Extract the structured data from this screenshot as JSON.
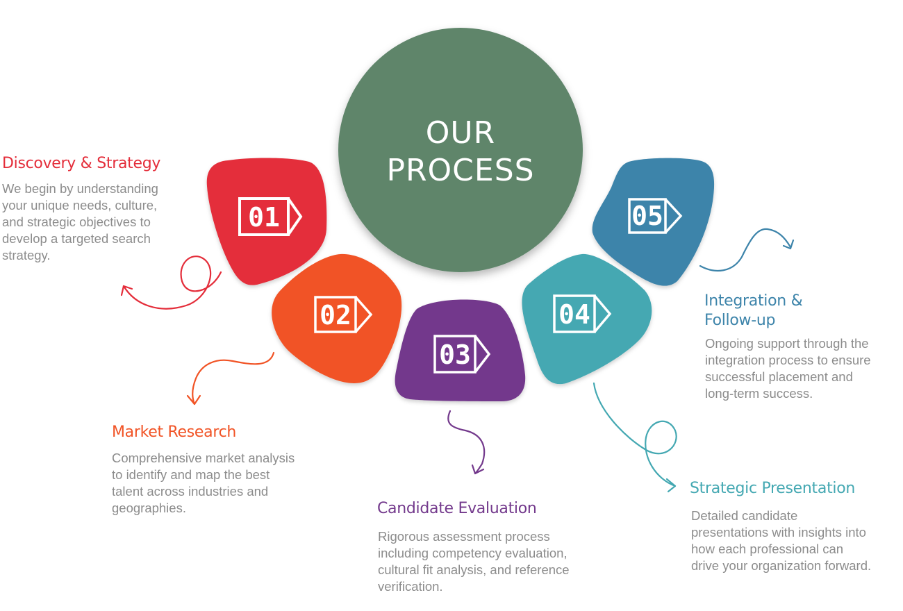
{
  "center": {
    "line1": "OUR",
    "line2": "PROCESS",
    "color": "#5f856b"
  },
  "steps": [
    {
      "number": "01",
      "title": "Discovery & Strategy",
      "description": [
        "We begin by understanding",
        "your unique needs, culture,",
        "and strategic objectives to",
        "develop a targeted search",
        "strategy."
      ],
      "color": "#e42d3a"
    },
    {
      "number": "02",
      "title": "Market Research",
      "description": [
        "Comprehensive market analysis",
        "to identify and map the best",
        "talent across industries and",
        "geographies."
      ],
      "color": "#f15325"
    },
    {
      "number": "03",
      "title": "Candidate Evaluation",
      "description": [
        "Rigorous assessment process",
        "including competency evaluation,",
        "cultural fit analysis, and reference",
        "verification."
      ],
      "color": "#73398c"
    },
    {
      "number": "04",
      "title": "Strategic Presentation",
      "description": [
        "Detailed candidate",
        "presentations with insights into",
        "how each professional can",
        "drive your organization forward."
      ],
      "color": "#44a8b2"
    },
    {
      "number": "05",
      "title": "Integration & Follow-up",
      "description": [
        "Ongoing support through the",
        "integration process to ensure",
        "successful placement and",
        "long-term success."
      ],
      "color": "#3d84aa"
    }
  ]
}
